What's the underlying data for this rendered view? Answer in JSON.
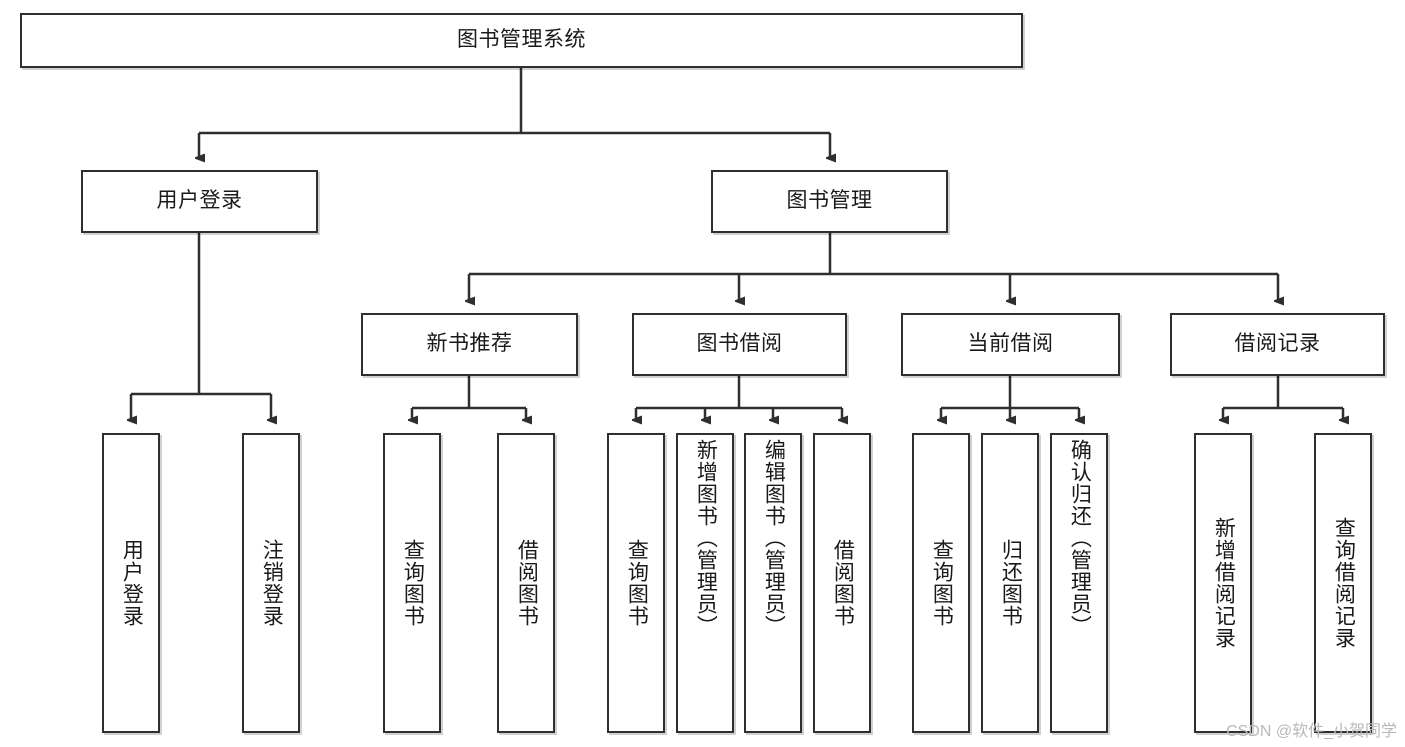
{
  "diagram": {
    "title": "图书管理系统",
    "type": "hierarchy-tree",
    "watermark": "CSDN @软件_小贺同学",
    "colors": {
      "box_border": "#2f2f2f",
      "box_fill": "#ffffff",
      "edge": "#2f2f2f",
      "text": "#1a1a1a",
      "watermark": "#b9b9b9"
    },
    "root": {
      "label": "图书管理系统"
    },
    "level2": [
      {
        "id": "user-login",
        "label": "用户登录"
      },
      {
        "id": "book-manage",
        "label": "图书管理"
      }
    ],
    "level3": [
      {
        "id": "new-book-rec",
        "label": "新书推荐"
      },
      {
        "id": "book-borrow",
        "label": "图书借阅"
      },
      {
        "id": "current-borrow",
        "label": "当前借阅"
      },
      {
        "id": "borrow-record",
        "label": "借阅记录"
      }
    ],
    "leaves": {
      "user_login": [
        {
          "id": "leaf-user-login",
          "label": "用户登录"
        },
        {
          "id": "leaf-logout",
          "label": "注销登录"
        }
      ],
      "new_book_rec": [
        {
          "id": "leaf-query-book-1",
          "label": "查询图书"
        },
        {
          "id": "leaf-borrow-book-1",
          "label": "借阅图书"
        }
      ],
      "book_borrow": [
        {
          "id": "leaf-query-book-2",
          "label": "查询图书"
        },
        {
          "id": "leaf-add-book",
          "label": "新增图书（管理员）"
        },
        {
          "id": "leaf-edit-book",
          "label": "编辑图书（管理员）"
        },
        {
          "id": "leaf-borrow-book-2",
          "label": "借阅图书"
        }
      ],
      "current_borrow": [
        {
          "id": "leaf-query-book-3",
          "label": "查询图书"
        },
        {
          "id": "leaf-return-book",
          "label": "归还图书"
        },
        {
          "id": "leaf-confirm-return",
          "label": "确认归还（管理员）"
        }
      ],
      "borrow_record": [
        {
          "id": "leaf-add-record",
          "label": "新增借阅记录"
        },
        {
          "id": "leaf-query-record",
          "label": "查询借阅记录"
        }
      ]
    }
  }
}
